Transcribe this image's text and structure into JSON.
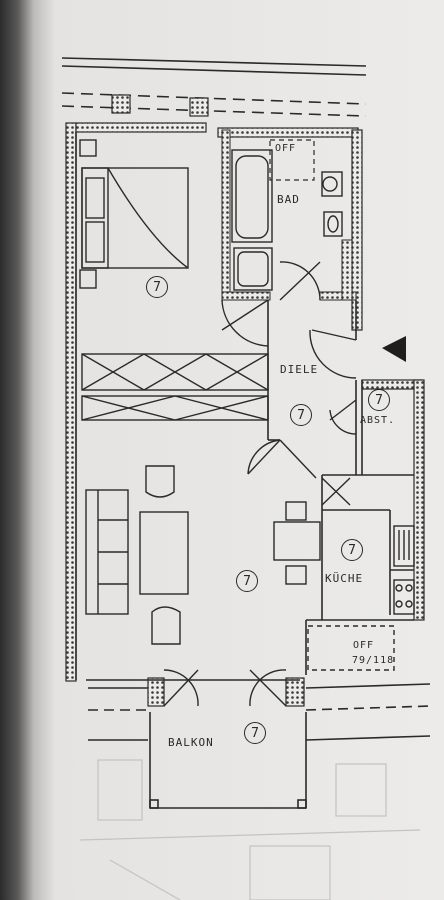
{
  "rooms": {
    "bath": "BAD",
    "hall": "DIELE",
    "storage": "ABST.",
    "kitchen": "KÜCHE",
    "balcony": "BALKON"
  },
  "markers": {
    "bedroom": "7",
    "hall": "7",
    "storage": "7",
    "living": "7",
    "kitchen": "7",
    "balcony": "7"
  },
  "notes": {
    "bath_off": "OFF",
    "kitchen_off": "OFF",
    "window_size": "79/118"
  },
  "colors": {
    "ink": "#2a2a2a",
    "paper": "#ecebea"
  }
}
